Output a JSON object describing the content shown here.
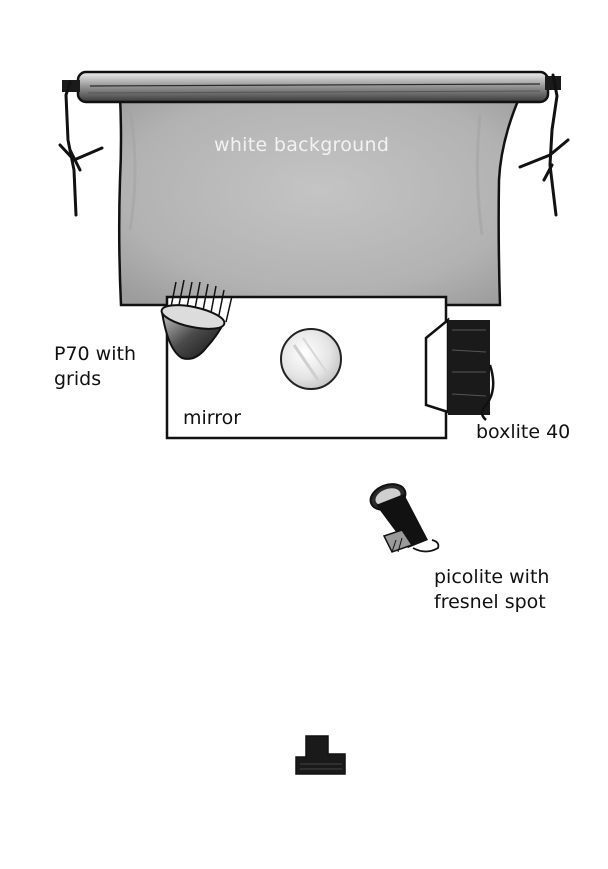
{
  "labels": {
    "background": "white background",
    "p70_line1": "P70 with",
    "p70_line2": "grids",
    "mirror": "mirror",
    "boxlite": "boxlite 40",
    "picolite_line1": "picolite with",
    "picolite_line2": "fresnel spot"
  },
  "icons": {
    "backdrop": "paper-roll-backdrop-icon",
    "left_stand": "light-stand-icon",
    "right_stand": "light-stand-icon",
    "p70": "spotlight-with-grid-icon",
    "mirror": "round-mirror-icon",
    "boxlite": "softbox-icon",
    "picolite": "fresnel-spotlight-icon",
    "camera": "camera-icon"
  },
  "colors": {
    "ink": "#111111",
    "backdrop_fill": "#b7b7b7",
    "label_on_backdrop": "#f2f2f2"
  }
}
